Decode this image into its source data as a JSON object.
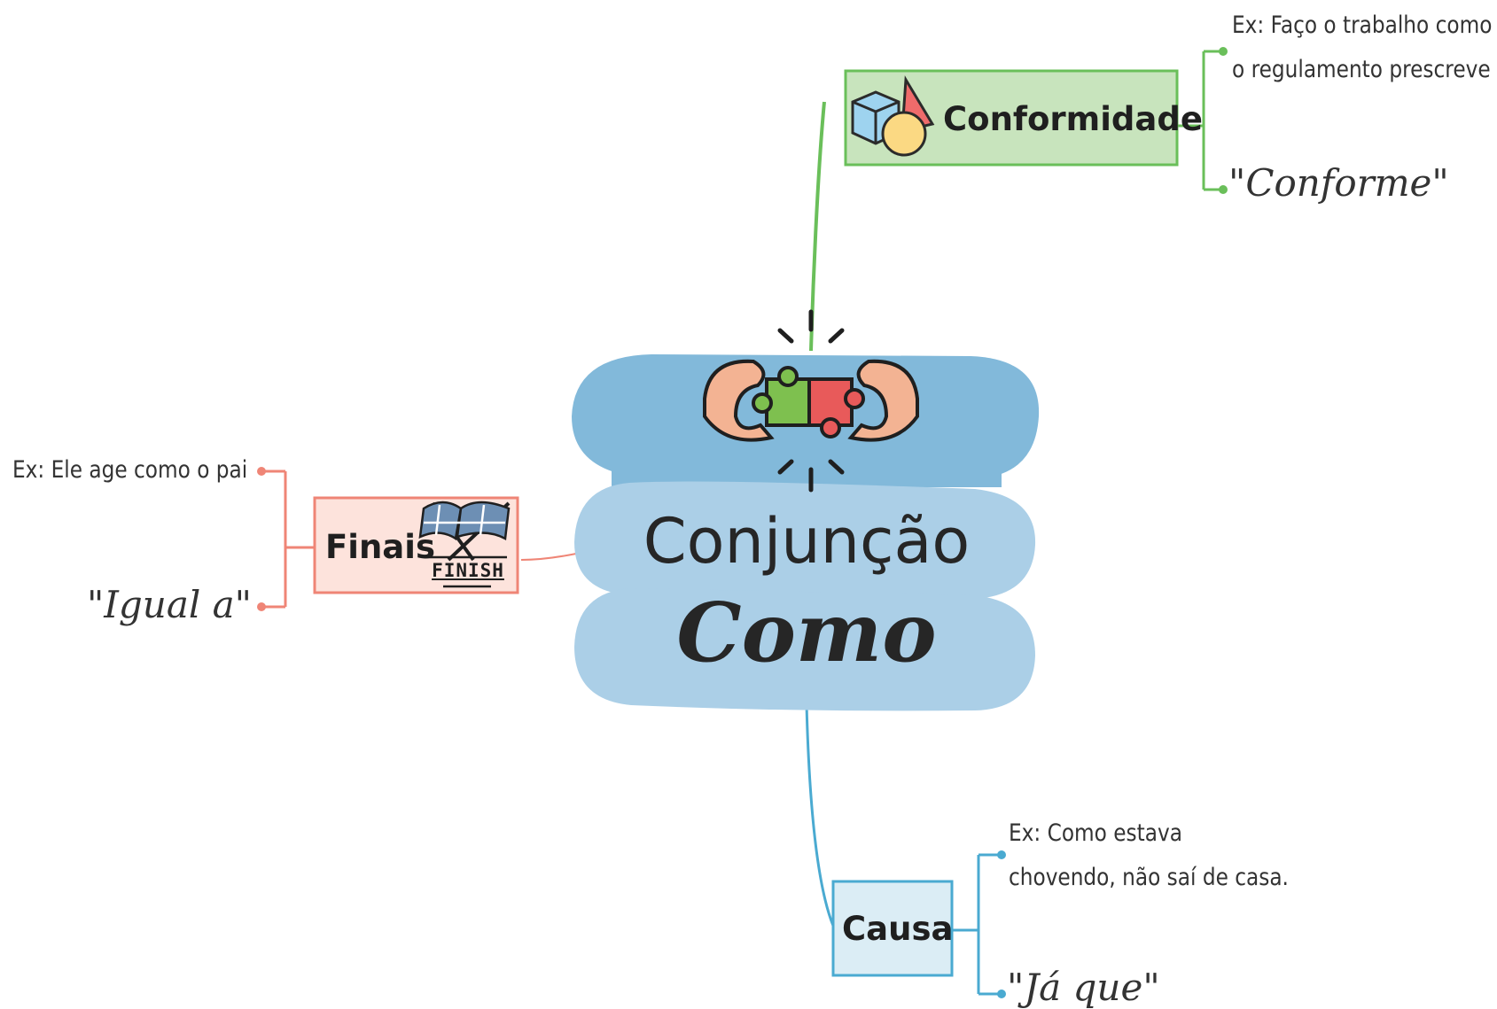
{
  "central": {
    "title": "Conjunção",
    "subtitle": "Como",
    "icon": "puzzle-hands-icon"
  },
  "branches": [
    {
      "id": "conformidade",
      "label": "Conformidade",
      "icon": "geometric-shapes-icon",
      "color": "#6abf5a",
      "fill": "#c8e4bd",
      "example": [
        "Ex: Faço o trabalho como",
        "o regulamento prescreve"
      ],
      "quote": "\"Conforme\""
    },
    {
      "id": "finais",
      "label": "Finais",
      "icon": "finish-flags-icon",
      "icon_text": "FINISH",
      "color": "#ef8576",
      "fill": "#fde3dc",
      "example": [
        "Ex: Ele age como o pai"
      ],
      "quote": "\"Igual a\""
    },
    {
      "id": "causa",
      "label": "Causa",
      "icon": "",
      "color": "#4aaad1",
      "fill": "#dbedf5",
      "example": [
        "Ex: Como estava",
        "chovendo, não saí de casa."
      ],
      "quote": "\"Já que\""
    }
  ]
}
